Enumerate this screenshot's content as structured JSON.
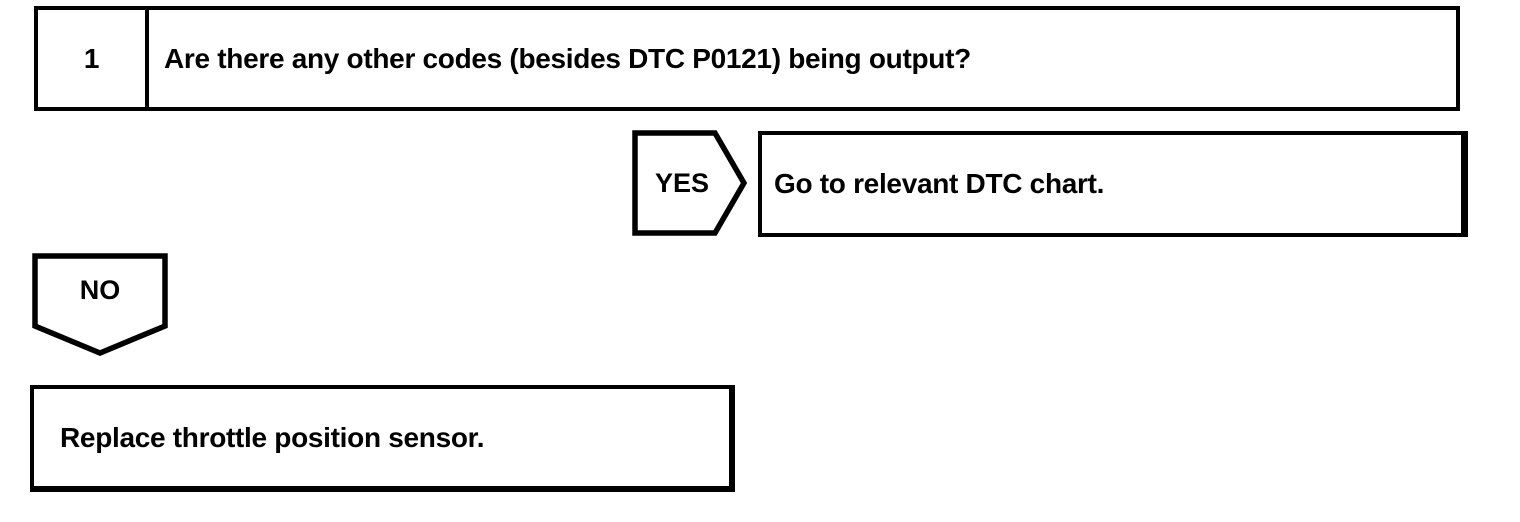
{
  "page": {
    "background_color": "#ffffff",
    "ink_color": "#000000",
    "kind": "diagnostic troubleshooting flowchart"
  },
  "flowchart": {
    "step": {
      "number": "1",
      "question": "Are there any other codes (besides DTC P0121) being output?"
    },
    "yes_branch": {
      "label": "YES",
      "action": "Go to relevant DTC chart."
    },
    "no_branch": {
      "label": "NO",
      "action": "Replace throttle position sensor."
    }
  }
}
